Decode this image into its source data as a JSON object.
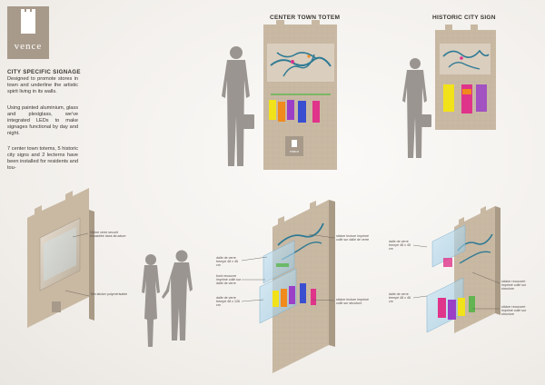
{
  "logo": {
    "text": "vence"
  },
  "heading": "CITY SPECIFIC SIGNAGE",
  "paragraphs": [
    "Designed to promote stores in town and underline the artistic spirit living in its walls.",
    "Using painted aluminium, glass and plexiglass, we've integrated LEDs to make signages functional by day and night.",
    "7 center town totems, 5 historic city signs and 2 lecterns have been installed for residents and tou-"
  ],
  "titles": {
    "totem": "CENTER TOWN TOTEM",
    "city_sign": "HISTORIC CITY SIGN"
  },
  "totem_logo": "vence",
  "callouts": {
    "lectern_top": "Vitrine verre securit encastrée dans structure",
    "lectern_bottom": "film sticker polymérisable",
    "totem_a": "sticker lecture imprimé collé sur dalle de verre",
    "totem_b": "dalle de verre trempé 48 x 46 cm",
    "totem_c": "bord recouvre imprimé collé sur dalle de verre",
    "totem_d": "sticker lecture imprimé collé sur structure",
    "totem_e": "dalle de verre trempé 48 x 126 cm",
    "sign_a": "dalle de verre trempé 48 x 45 cm",
    "sign_b": "sticker recouvert imprimé collé sur structure",
    "sign_c": "dalle de verre trempé 48 x 46 cm",
    "sign_d": "sticker recouvert imprimé collé sur structure"
  },
  "colors": {
    "structure": "#c9b9a3",
    "structure_dark": "#a99a86",
    "silhouette": "#9a9590",
    "panel_orange": "#f08a1c",
    "panel_purple": "#9b3fc7",
    "panel_blue": "#3a4fd0",
    "panel_pink": "#e0338a",
    "panel_yellow": "#f2e21a",
    "panel_green": "#4ab43c",
    "map_road": "#2f7a94"
  }
}
